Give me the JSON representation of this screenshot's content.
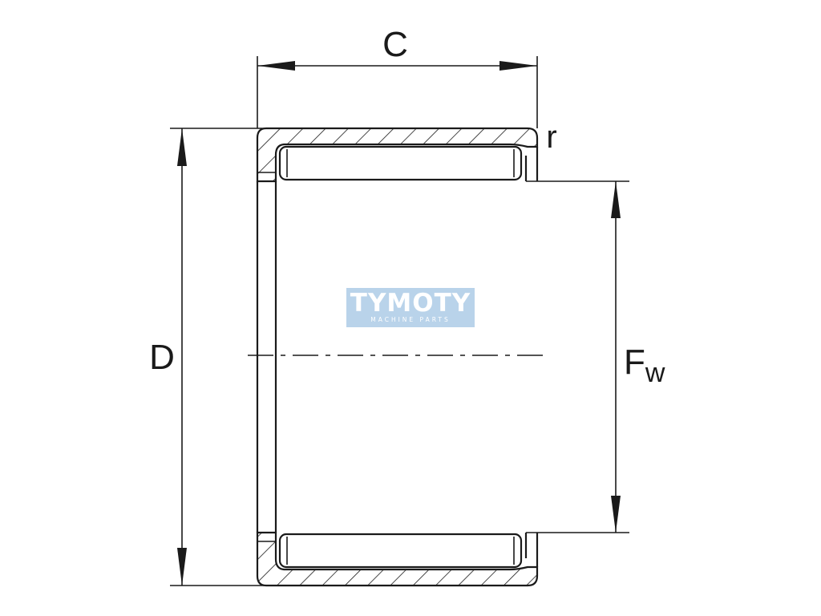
{
  "labels": {
    "width": "C",
    "outer_diameter": "D",
    "fillet": "r",
    "bore": "F",
    "bore_subscript": "w"
  },
  "watermark": {
    "name": "TYMOTY",
    "tagline": "MACHINE PARTS",
    "color": "#b9d3ea"
  },
  "colors": {
    "line": "#1a1a1a",
    "background": "#ffffff"
  }
}
